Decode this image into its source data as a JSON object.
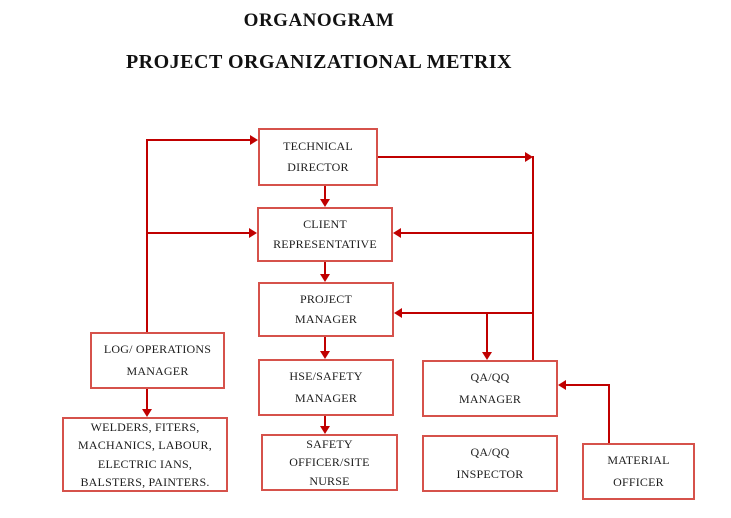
{
  "title": {
    "line1": "ORGANOGRAM",
    "line2": "PROJECT ORGANIZATIONAL METRIX"
  },
  "colors": {
    "box_border": "#d6524b",
    "connector": "#c00000",
    "text": "#1c1c1c",
    "background": "#ffffff"
  },
  "boxes": [
    {
      "id": "technical-director",
      "lines": [
        "TECHNICAL",
        "DIRECTOR"
      ]
    },
    {
      "id": "client-representative",
      "lines": [
        "CLIENT",
        "REPRESENTATIVE"
      ]
    },
    {
      "id": "project-manager",
      "lines": [
        "PROJECT",
        "MANAGER"
      ]
    },
    {
      "id": "log-operations-manager",
      "lines": [
        "LOG/ OPERATIONS",
        "MANAGER"
      ]
    },
    {
      "id": "hse-safety-manager",
      "lines": [
        "HSE/SAFETY",
        "MANAGER"
      ]
    },
    {
      "id": "qa-qq-manager",
      "lines": [
        "QA/QQ",
        "MANAGER"
      ]
    },
    {
      "id": "welders-crew",
      "lines": [
        "WELDERS, FITERS,",
        "MACHANICS, LABOUR,",
        "ELECTRIC IANS,",
        "BALSTERS, PAINTERS."
      ]
    },
    {
      "id": "safety-officer-site-nurse",
      "lines": [
        "SAFETY",
        "OFFICER/SITE",
        "NURSE"
      ]
    },
    {
      "id": "qa-qq-inspector",
      "lines": [
        "QA/QQ",
        "INSPECTOR"
      ]
    },
    {
      "id": "material-officer",
      "lines": [
        "MATERIAL",
        "OFFICER"
      ]
    }
  ]
}
